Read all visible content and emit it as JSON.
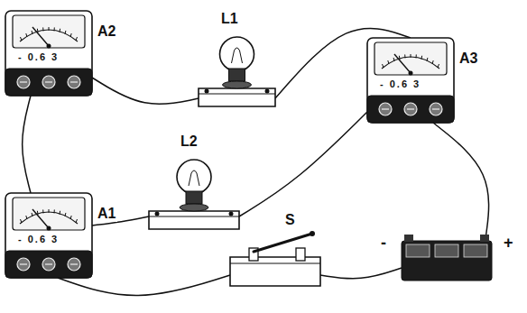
{
  "diagram": {
    "nodes": [
      {
        "text": [
          "A2",
          "- 0.6 3"
        ]
      },
      {
        "text": [
          "L1"
        ]
      },
      {
        "text": [
          "A3",
          "- 0.6 3"
        ]
      },
      {
        "text": [
          "L2"
        ]
      },
      {
        "text": [
          "A1",
          "- 0.6 3"
        ]
      },
      {
        "text": [
          "S"
        ]
      },
      {
        "text": [
          "-",
          "+"
        ]
      }
    ],
    "edges": [
      {
        "from": 6,
        "to": 2,
        "arrow": "none"
      },
      {
        "from": 2,
        "to": 1,
        "arrow": "none"
      },
      {
        "from": 2,
        "to": 3,
        "arrow": "none"
      },
      {
        "from": 1,
        "to": 0,
        "arrow": "none"
      },
      {
        "from": 0,
        "to": 4,
        "arrow": "none"
      },
      {
        "from": 3,
        "to": 4,
        "arrow": "none"
      },
      {
        "from": 4,
        "to": 5,
        "arrow": "none"
      },
      {
        "from": 5,
        "to": 6,
        "arrow": "none"
      }
    ]
  }
}
